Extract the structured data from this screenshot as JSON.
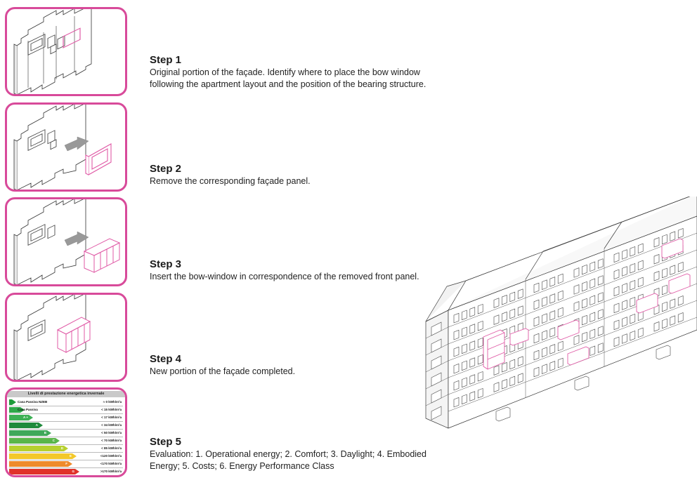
{
  "steps": [
    {
      "title": "Step 1",
      "text": "Original portion of the façade. Identify where to place the bow window\nfollowing the apartment layout and the position of the bearing structure."
    },
    {
      "title": "Step 2",
      "text": "Remove the corresponding façade panel."
    },
    {
      "title": "Step 3",
      "text": "Insert the bow-window in correspondence of the removed front panel."
    },
    {
      "title": "Step 4",
      "text": "New portion of the façade completed."
    },
    {
      "title": "Step 5",
      "text": "Evaluation: 1. Operational energy; 2. Comfort; 3. Daylight; 4. Embodied\nEnergy; 5. Costs; 6. Energy Performance Class"
    }
  ],
  "energy_chart": {
    "title": "Livelli di prestazione energetica invernale",
    "rows": [
      {
        "label": "Casa Passiva NZEB",
        "class": "",
        "value": "≈ 0 kWh/m²a",
        "color": "#1e9a3a"
      },
      {
        "label": "Casa Passiva",
        "class": "",
        "value": "< 15 kWh/m²a",
        "color": "#2fa84a"
      },
      {
        "label": "",
        "class": "A +",
        "value": "< 17 kWh/m²a",
        "color": "#3cb054"
      },
      {
        "label": "",
        "class": "A",
        "value": "< 34 kWh/m²a",
        "color": "#1f8a3c"
      },
      {
        "label": "",
        "class": "B",
        "value": "< 50 kWh/m²a",
        "color": "#3fa85a"
      },
      {
        "label": "",
        "class": "C",
        "value": "< 70 kWh/m²a",
        "color": "#5ab54a"
      },
      {
        "label": "",
        "class": "D",
        "value": "< 85 kWh/m²a",
        "color": "#b7d02e"
      },
      {
        "label": "",
        "class": "E",
        "value": "<120 kWh/m²a",
        "color": "#f3c82a"
      },
      {
        "label": "",
        "class": "F",
        "value": "<170 kWh/m²a",
        "color": "#ee8b2c"
      },
      {
        "label": "",
        "class": "G",
        "value": ">170 kWh/m²a",
        "color": "#e0322a"
      }
    ]
  },
  "colors": {
    "accent": "#d84a9a",
    "line": "#333333",
    "pink": "#e77bb8"
  }
}
